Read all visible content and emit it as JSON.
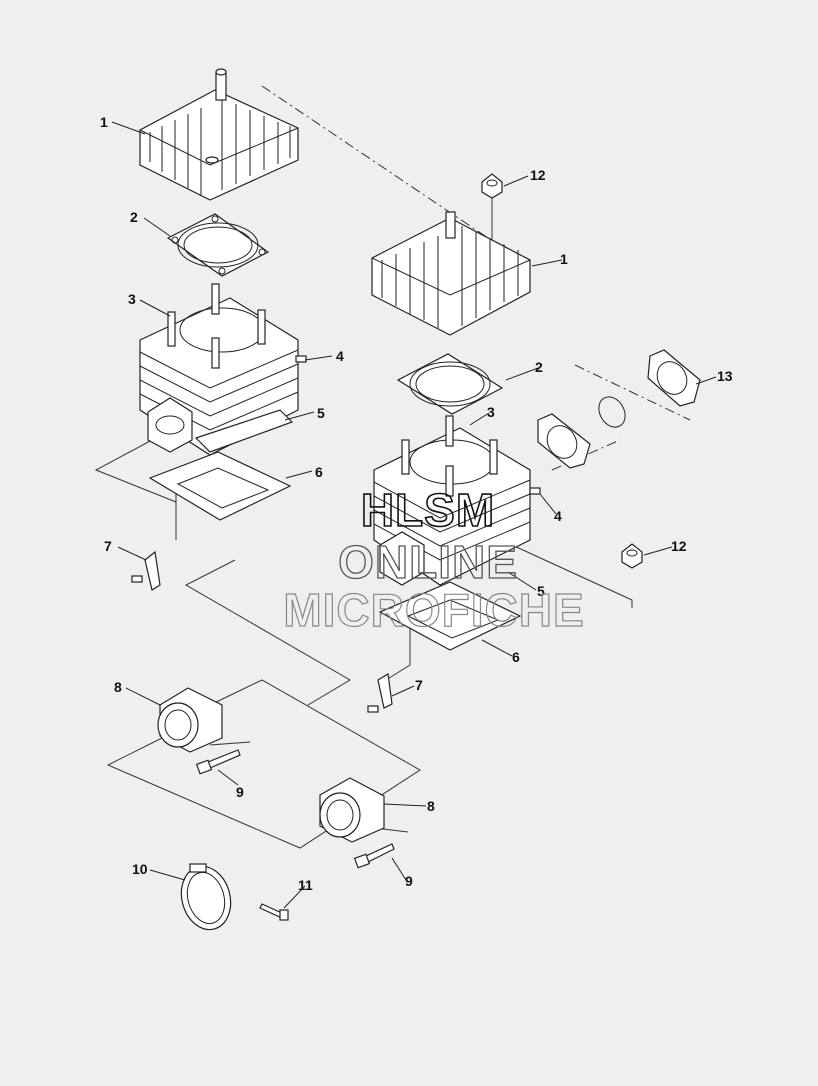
{
  "callouts": [
    {
      "id": "c1a",
      "num": "1"
    },
    {
      "id": "c2a",
      "num": "2"
    },
    {
      "id": "c3a",
      "num": "3"
    },
    {
      "id": "c4a",
      "num": "4"
    },
    {
      "id": "c5a",
      "num": "5"
    },
    {
      "id": "c6a",
      "num": "6"
    },
    {
      "id": "c7a",
      "num": "7"
    },
    {
      "id": "c8a",
      "num": "8"
    },
    {
      "id": "c9a",
      "num": "9"
    },
    {
      "id": "c10",
      "num": "10"
    },
    {
      "id": "c11",
      "num": "11"
    },
    {
      "id": "c12a",
      "num": "12"
    },
    {
      "id": "c1b",
      "num": "1"
    },
    {
      "id": "c2b",
      "num": "2"
    },
    {
      "id": "c3b",
      "num": "3"
    },
    {
      "id": "c13",
      "num": "13"
    },
    {
      "id": "c4b",
      "num": "4"
    },
    {
      "id": "c12b",
      "num": "12"
    },
    {
      "id": "c5b",
      "num": "5"
    },
    {
      "id": "c6b",
      "num": "6"
    },
    {
      "id": "c7b",
      "num": "7"
    },
    {
      "id": "c8b",
      "num": "8"
    },
    {
      "id": "c9b",
      "num": "9"
    }
  ],
  "watermark": {
    "line1": "HLSM",
    "line2": "ONLINE",
    "line3": "MICROFICHE"
  }
}
